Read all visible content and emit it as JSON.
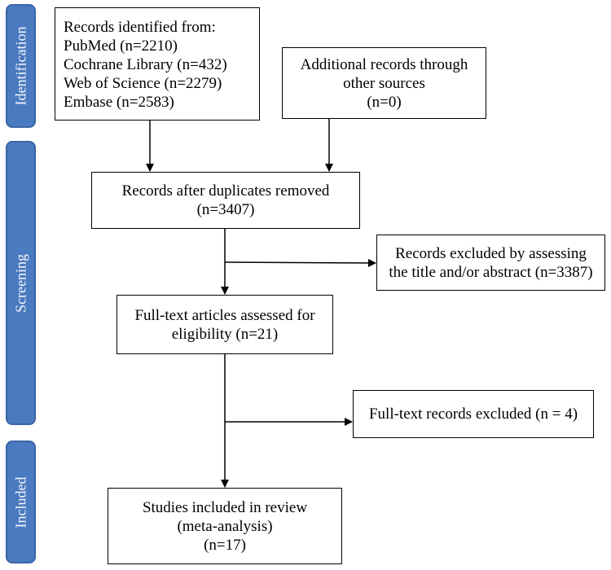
{
  "stages": {
    "identification": "Identification",
    "screening": "Screening",
    "included": "Included"
  },
  "boxes": {
    "records_identified": {
      "lines": [
        "Records identified from:",
        "PubMed (n=2210)",
        "Cochrane Library (n=432)",
        "Web of Science (n=2279)",
        "Embase (n=2583)"
      ]
    },
    "additional_records": {
      "lines": [
        "Additional records through",
        "other sources",
        "(n=0)"
      ]
    },
    "duplicates_removed": {
      "lines": [
        "Records after duplicates removed",
        "(n=3407)"
      ]
    },
    "excluded_title_abstract": {
      "lines": [
        "Records excluded by assessing",
        "the title and/or abstract (n=3387)"
      ]
    },
    "fulltext_assessed": {
      "lines": [
        "Full-text articles assessed for",
        "eligibility (n=21)"
      ]
    },
    "fulltext_excluded": {
      "lines": [
        "Full-text records excluded (n = 4)"
      ]
    },
    "studies_included": {
      "lines": [
        "Studies included in review",
        "(meta-analysis)",
        "(n=17)"
      ]
    }
  },
  "colors": {
    "stage_fill": "#4a7abf",
    "stage_text": "#f4f7fc",
    "box_border": "#000000"
  }
}
